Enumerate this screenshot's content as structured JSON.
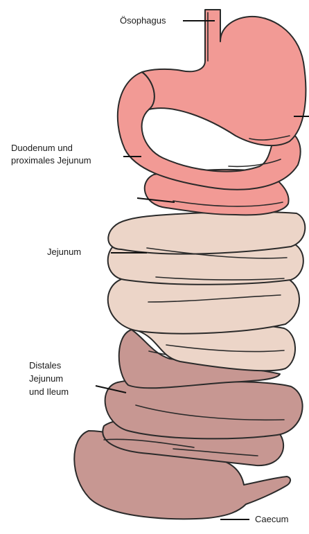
{
  "labels": {
    "esophagus": "Ösophagus",
    "duodenum_line1": "Duodenum und",
    "duodenum_line2": "proximales Jejunum",
    "jejunum": "Jejunum",
    "distal_line1": "Distales",
    "distal_line2": "Jejunum",
    "distal_line3": "und Ileum",
    "caecum": "Caecum"
  },
  "colors": {
    "stomach_duodenum": "#f29a95",
    "jejunum": "#ecd5c8",
    "ileum": "#c79792",
    "outline": "#2a2a2a",
    "background": "#ffffff"
  }
}
